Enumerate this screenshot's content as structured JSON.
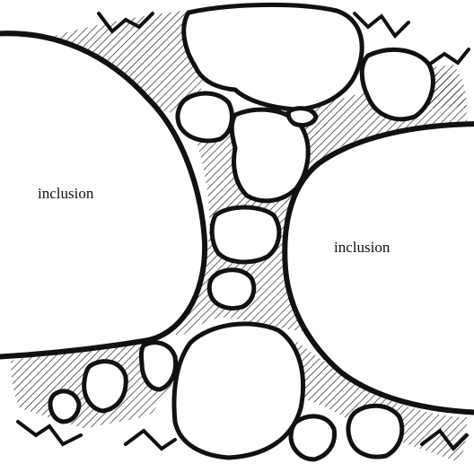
{
  "labels": {
    "left_inclusion": "inclusion",
    "right_inclusion": "inclusion"
  },
  "colors": {
    "background": "#ffffff",
    "ink": "#111111",
    "hatch": "#1a1a1a"
  },
  "elements": {
    "inclusions": 2,
    "hatched_matrix_regions": 5,
    "particles": 13
  }
}
